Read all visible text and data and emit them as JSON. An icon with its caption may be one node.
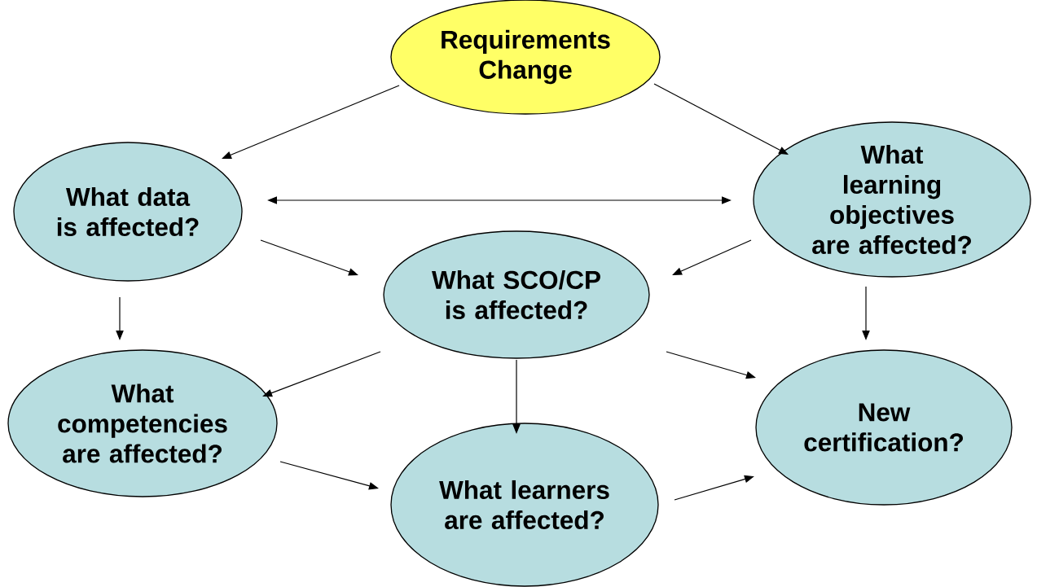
{
  "diagram": {
    "nodes": [
      {
        "text": [
          "Requirements Change"
        ]
      },
      {
        "text": [
          "What data is affected?"
        ]
      },
      {
        "text": [
          "What learning objectives are affected?"
        ]
      },
      {
        "text": [
          "What SCO/CP is affected?"
        ]
      },
      {
        "text": [
          "What competencies are affected?"
        ]
      },
      {
        "text": [
          "What learners are affected?"
        ]
      },
      {
        "text": [
          "New certification?"
        ]
      }
    ],
    "edges": [
      {
        "from": 0,
        "to": 1,
        "arrow": "to"
      },
      {
        "from": 0,
        "to": 2,
        "arrow": "to"
      },
      {
        "from": 1,
        "to": 2,
        "arrow": "both"
      },
      {
        "from": 1,
        "to": 3,
        "arrow": "to"
      },
      {
        "from": 2,
        "to": 3,
        "arrow": "to"
      },
      {
        "from": 1,
        "to": 4,
        "arrow": "to"
      },
      {
        "from": 2,
        "to": 6,
        "arrow": "to"
      },
      {
        "from": 3,
        "to": 4,
        "arrow": "to"
      },
      {
        "from": 3,
        "to": 5,
        "arrow": "to"
      },
      {
        "from": 3,
        "to": 6,
        "arrow": "to"
      },
      {
        "from": 4,
        "to": 5,
        "arrow": "to"
      },
      {
        "from": 5,
        "to": 6,
        "arrow": "to"
      }
    ]
  }
}
